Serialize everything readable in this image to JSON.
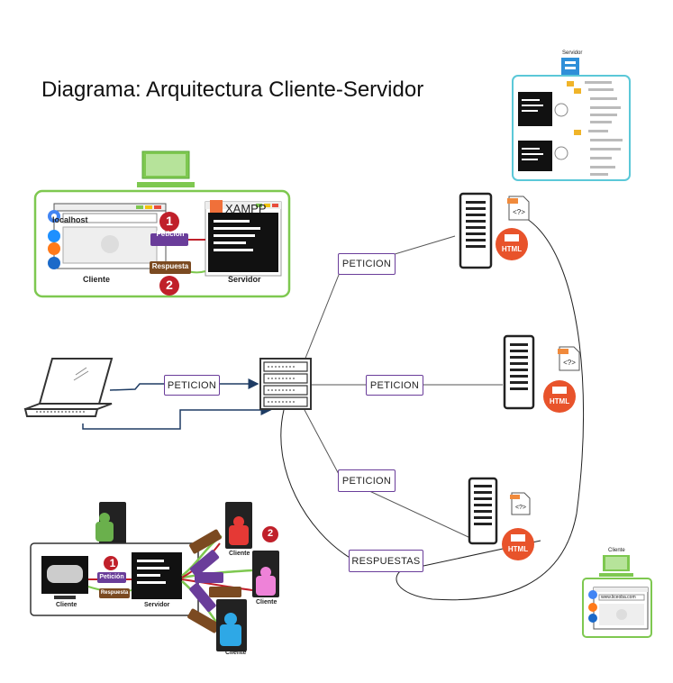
{
  "title": "Diagrama: Arquitectura Cliente-Servidor",
  "labels": {
    "peticion": "PETICION",
    "respuestas": "RESPUESTAS"
  },
  "top_panel": {
    "address": "localhost",
    "brand": "XAMPP",
    "step1": "1",
    "step2": "2",
    "request": "Petición",
    "response": "Respuesta",
    "client": "Cliente",
    "server": "Servidor"
  },
  "bottom_panel": {
    "step1": "1",
    "step2": "2",
    "request": "Petición",
    "response": "Respuesta",
    "client": "Cliente",
    "server": "Servidor",
    "client_a": "Cliente",
    "client_b": "Cliente",
    "client_c": "Cliente"
  },
  "server_thumb": {
    "caption": "Servidor"
  },
  "client_card": {
    "caption": "Cliente",
    "address": "www.liceoba.com"
  },
  "file_badges": {
    "html": "HTML",
    "php_glyph": "<?>"
  },
  "colors": {
    "green_frame": "#7ec850",
    "peticion_purple": "#6a3d9a",
    "respuesta_brown": "#7b4a21",
    "badge_red": "#e8532b",
    "step_red": "#c0202a",
    "cyan_frame": "#5bc8d8"
  }
}
